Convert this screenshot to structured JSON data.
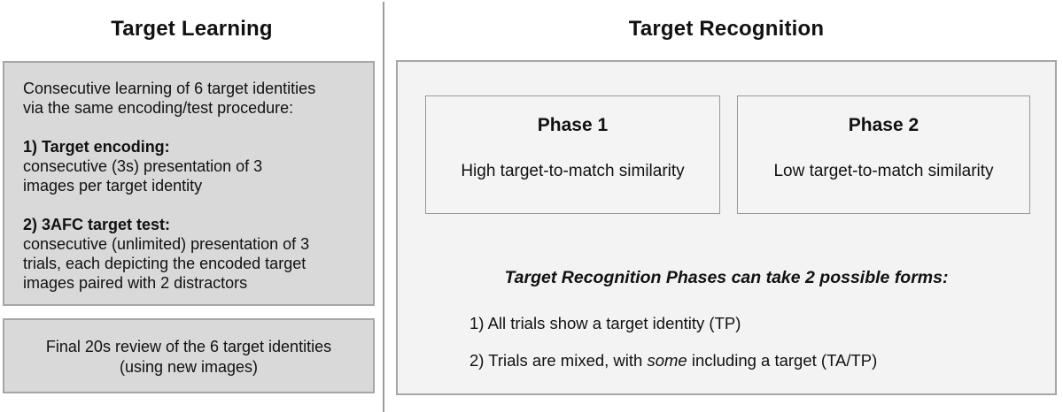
{
  "colors": {
    "learning_box_bg": "#d9d9d9",
    "learning_box_border": "#a6a6a6",
    "recognition_box_bg": "#f3f3f3",
    "recognition_box_border": "#a6a6a6",
    "phase_box_border": "#999999",
    "divider": "#9c9c9c",
    "text": "#111111"
  },
  "left_panel": {
    "title": "Target Learning",
    "learning_box": {
      "intro_lines": [
        "Consecutive learning of 6 target identities",
        "via the same encoding/test procedure:"
      ],
      "step1_label": "1) Target encoding:",
      "step1_lines": [
        "consecutive (3s) presentation of 3",
        "images per target identity"
      ],
      "step2_label": "2) 3AFC target test:",
      "step2_lines": [
        "consecutive (unlimited) presentation of 3",
        "trials, each depicting the encoded target",
        "images paired with 2 distractors"
      ]
    },
    "review_box": {
      "lines": [
        "Final 20s review of the 6 target identities",
        "(using new images)"
      ]
    }
  },
  "right_panel": {
    "title": "Target Recognition",
    "phases": [
      {
        "title": "Phase 1",
        "description": "High target-to-match similarity"
      },
      {
        "title": "Phase 2",
        "description": "Low target-to-match similarity"
      }
    ],
    "forms": {
      "heading": "Target Recognition Phases can take 2 possible forms:",
      "item1": "1) All trials show a target identity (TP)",
      "item2_before": "2) Trials are mixed, with ",
      "item2_emphasis": "some",
      "item2_after": " including a target (TA/TP)"
    }
  }
}
